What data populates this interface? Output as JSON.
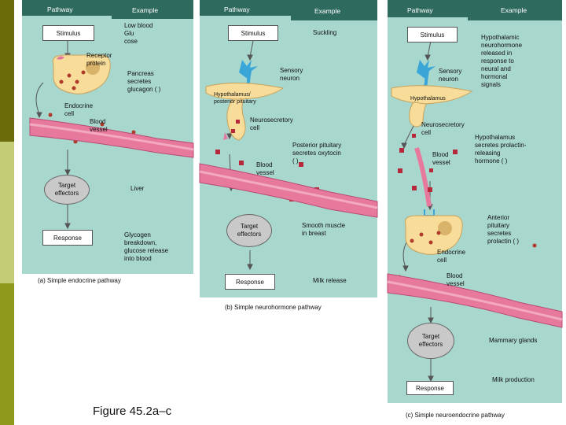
{
  "figure_title": "Figure 45.2a–c",
  "panel_a": {
    "header_pathway": "Pathway",
    "header_example": "Example",
    "stimulus": "Stimulus",
    "stimulus_example": "Low blood\nGlu\ncose",
    "receptor_protein": "Receptor\nprotein",
    "endocrine_cell": "Endocrine\ncell",
    "action_example": "Pancreas\nsecretes\nglucagon (  )",
    "blood_vessel": "Blood\nvessel",
    "target_effectors": "Target\neffectors",
    "target_example": "Liver",
    "response": "Response",
    "response_example": "Glycogen\nbreakdown,\nglucose release\ninto blood",
    "caption": "(a)  Simple endocrine pathway"
  },
  "panel_b": {
    "header_pathway": "Pathway",
    "header_example": "Example",
    "stimulus": "Stimulus",
    "stimulus_example": "Suckling",
    "sensory_neuron": "Sensory\nneuron",
    "hypothalamus": "Hypothalamus/\nposterior pituitary",
    "neurosecretory_cell": "Neurosecretory\ncell",
    "action_example": "Posterior pituitary\nsecretes oxytocin\n(  )",
    "blood_vessel": "Blood\nvessel",
    "target_effectors": "Target\neffectors",
    "target_example": "Smooth muscle\nin breast",
    "response": "Response",
    "response_example": "Milk release",
    "caption": "(b)  Simple neurohormone pathway"
  },
  "panel_c": {
    "header_pathway": "Pathway",
    "header_example": "Example",
    "stimulus": "Stimulus",
    "stimulus_example": "Hypothalamic\nneurohormone\nreleased in\nresponse to\nneural and\nhormonal\nsignals",
    "sensory_neuron": "Sensory\nneuron",
    "hypothalamus": "Hypothalamus",
    "neurosecretory_cell": "Neurosecretory\ncell",
    "action_example": "Hypothalamus\nsecretes prolactin-\nreleasing\nhormone (  )",
    "blood_vessel_1": "Blood\nvessel",
    "pituitary_example": "Anterior\npituitary\nsecretes\nprolactin (  )",
    "endocrine_cell": "Endocrine\ncell",
    "blood_vessel_2": "Blood\nvessel",
    "target_effectors": "Target\neffectors",
    "target_example": "Mammary glands",
    "response_example": "Milk production",
    "response": "Response",
    "caption": "(c)  Simple neuroendocrine pathway"
  },
  "colors": {
    "panel_bg": "#a8d7cd",
    "cell_fill": "#f7dc9a",
    "vessel": "#e77a9c",
    "neuron": "#3aa6d8",
    "hormone_dot": "#b03a2a",
    "hormone_square": "#b8283a"
  }
}
